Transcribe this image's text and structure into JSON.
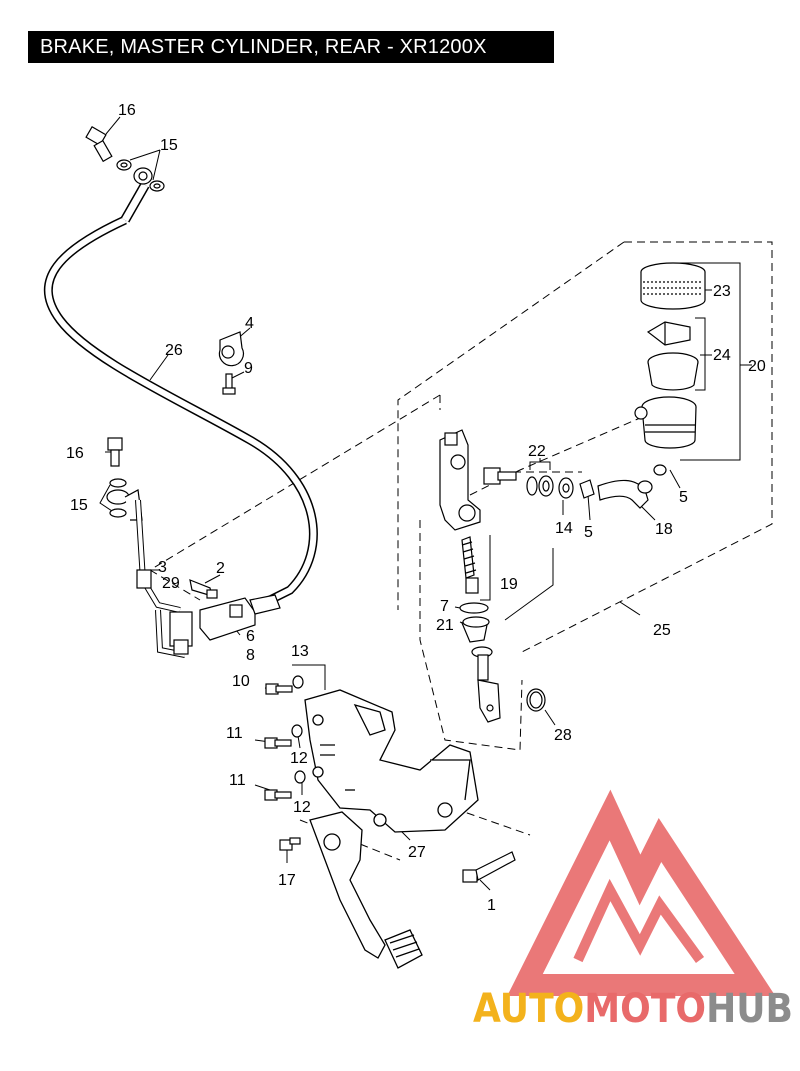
{
  "title": "BRAKE, MASTER CYLINDER, REAR - XR1200X",
  "colors": {
    "line": "#000000",
    "watermark_red": "#e86a6a",
    "watermark_orange": "#f3b21c",
    "watermark_gray": "#8c8c8c"
  },
  "callouts": [
    "16",
    "15",
    "4",
    "26",
    "9",
    "23",
    "24",
    "20",
    "22",
    "5",
    "14",
    "5",
    "18",
    "16",
    "15",
    "3",
    "29",
    "2",
    "19",
    "7",
    "21",
    "6",
    "8",
    "25",
    "13",
    "10",
    "11",
    "12",
    "28",
    "11",
    "12",
    "27",
    "17",
    "1"
  ],
  "watermark": {
    "part1": "AUTO",
    "part2": "MOTO",
    "part3": "HUB"
  }
}
